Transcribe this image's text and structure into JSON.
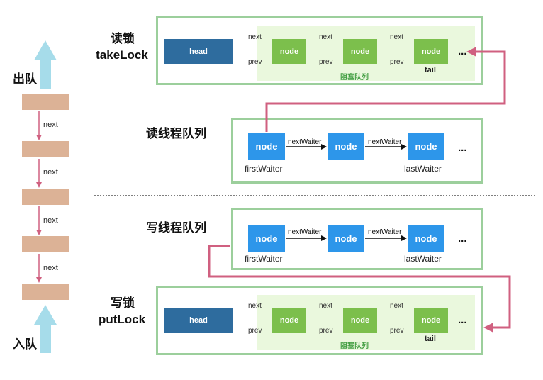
{
  "left_queue": {
    "dequeue_label": "出队",
    "enqueue_label": "入队",
    "link_labels": [
      "next",
      "next",
      "next",
      "next"
    ]
  },
  "read_lock": {
    "title": "读锁",
    "subtitle": "takeLock",
    "head_label": "head",
    "nodes": [
      "node",
      "node",
      "node"
    ],
    "next_labels": [
      "next",
      "next",
      "next"
    ],
    "prev_labels": [
      "prev",
      "prev",
      "prev"
    ],
    "tail_label": "tail",
    "ellipsis": "...",
    "region_label": "阻塞队列"
  },
  "read_threads": {
    "title": "读线程队列",
    "nodes": [
      "node",
      "node",
      "node"
    ],
    "arrow_labels": [
      "nextWaiter",
      "nextWaiter"
    ],
    "first_label": "firstWaiter",
    "last_label": "lastWaiter",
    "ellipsis": "..."
  },
  "write_threads": {
    "title": "写线程队列",
    "nodes": [
      "node",
      "node",
      "node"
    ],
    "arrow_labels": [
      "nextWaiter",
      "nextWaiter"
    ],
    "first_label": "firstWaiter",
    "last_label": "lastWaiter",
    "ellipsis": "..."
  },
  "write_lock": {
    "title": "写锁",
    "subtitle": "putLock",
    "head_label": "head",
    "nodes": [
      "node",
      "node",
      "node"
    ],
    "next_labels": [
      "next",
      "next",
      "next"
    ],
    "prev_labels": [
      "prev",
      "prev",
      "prev"
    ],
    "tail_label": "tail",
    "ellipsis": "...",
    "region_label": "阻塞队列"
  },
  "colors": {
    "lock_border": "#9ccf9c",
    "block_region": "#eaf8dd",
    "head_node": "#2e6c9e",
    "green_node": "#7cbf4c",
    "blue_node": "#2d96ea",
    "queue_item": "#dcb296",
    "up_arrow": "#a6dcea",
    "link_arrow": "#d06080",
    "next_prev_arrow": "#9bd39b"
  }
}
